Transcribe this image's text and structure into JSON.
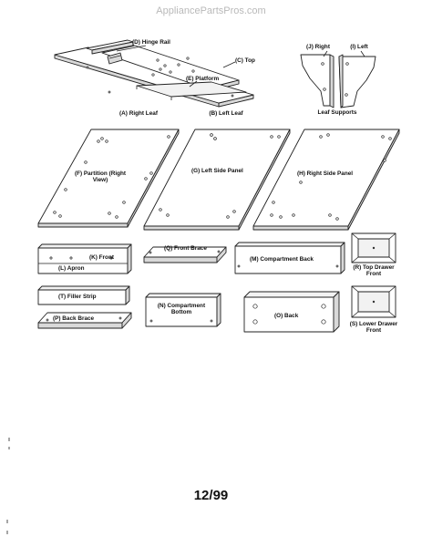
{
  "watermark": "AppliancePartsPros.com",
  "page_number": "12/99",
  "labels": {
    "hinge_rail": "(D) Hinge Rail",
    "top": "(C) Top",
    "platform": "(E) Platform",
    "right_leaf": "(A) Right Leaf",
    "left_leaf": "(B) Left Leaf",
    "leaf_right": "(J) Right",
    "leaf_left": "(I) Left",
    "leaf_supports": "Leaf Supports",
    "partition": "(F) Partition (Right View)",
    "left_side_panel": "(G) Left Side Panel",
    "right_side_panel": "(H) Right Side Panel",
    "front": "(K) Front",
    "apron": "(L) Apron",
    "front_brace": "(Q) Front Brace",
    "compartment_back": "(M) Compartment Back",
    "top_drawer_front": "(R) Top Drawer Front",
    "filler_strip": "(T) Filler Strip",
    "compartment_bottom": "(N) Compartment Bottom",
    "back": "(O) Back",
    "back_brace": "(P) Back Brace",
    "lower_drawer_front": "(S) Lower Drawer Front"
  }
}
